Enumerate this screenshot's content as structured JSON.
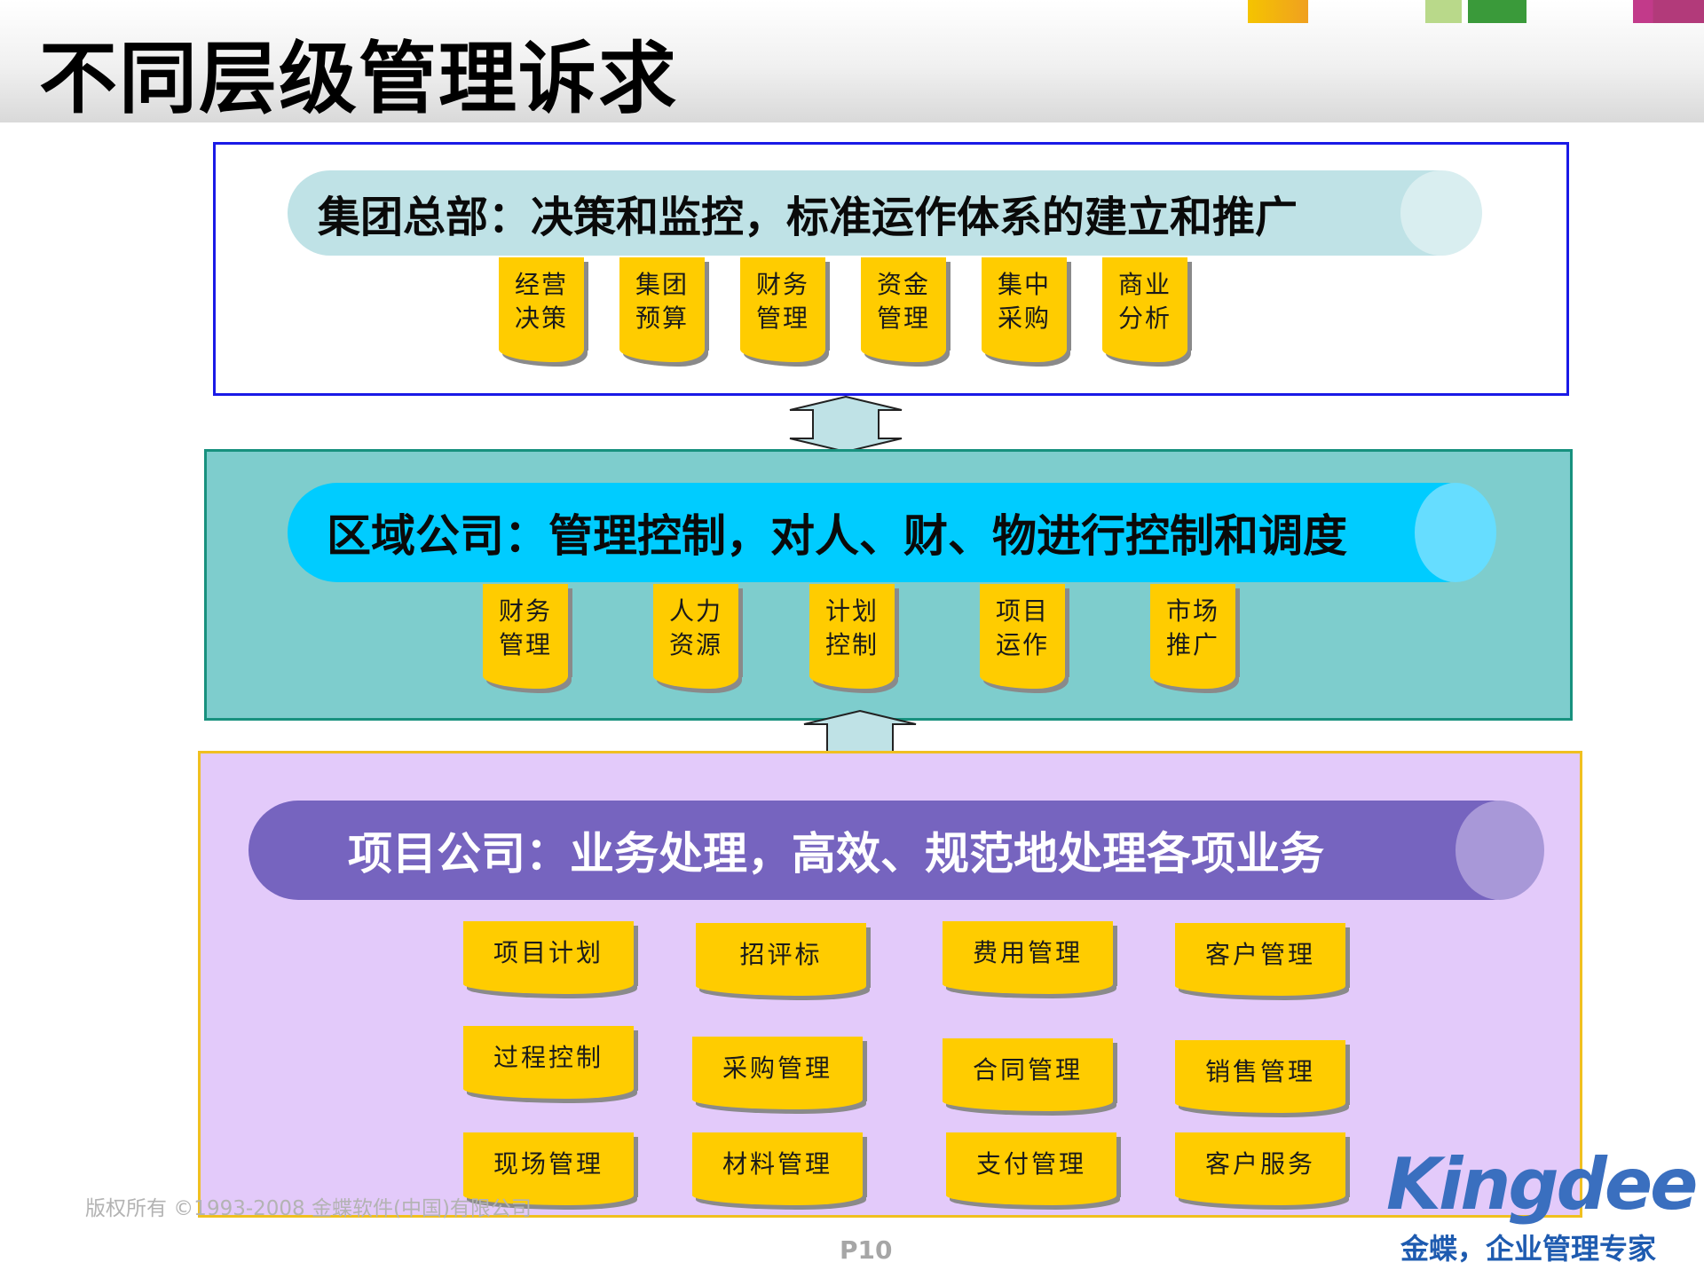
{
  "title": "不同层级管理诉求",
  "tiers": {
    "hq": {
      "header": "集团总部：决策和监控，标准运作体系的建立和推广",
      "items": [
        "经营\n决策",
        "集团\n预算",
        "财务\n管理",
        "资金\n管理",
        "集中\n采购",
        "商业\n分析"
      ]
    },
    "region": {
      "header": "区域公司：管理控制，对人、财、物进行控制和调度",
      "items": [
        "财务\n管理",
        "人力\n资源",
        "计划\n控制",
        "项目\n运作",
        "市场\n推广"
      ]
    },
    "project": {
      "header": "项目公司：业务处理，高效、规范地处理各项业务",
      "items": [
        "项目计划",
        "招评标",
        "费用管理",
        "客户管理",
        "过程控制",
        "采购管理",
        "合同管理",
        "销售管理",
        "现场管理",
        "材料管理",
        "支付管理",
        "客户服务"
      ]
    }
  },
  "footer": {
    "copyright": "版权所有 ©1993-2008 金蝶软件(中国)有限公司",
    "page": "P10",
    "logo": "Kingdee",
    "tagline": "金蝶，企业管理专家"
  },
  "colors": {
    "hq_border": "#1a1ae6",
    "region_fill": "#7ecdcd",
    "project_fill": "#e3cafa",
    "note": "#ffcc00",
    "region_header": "#00ccff",
    "project_header": "#7664bf"
  }
}
